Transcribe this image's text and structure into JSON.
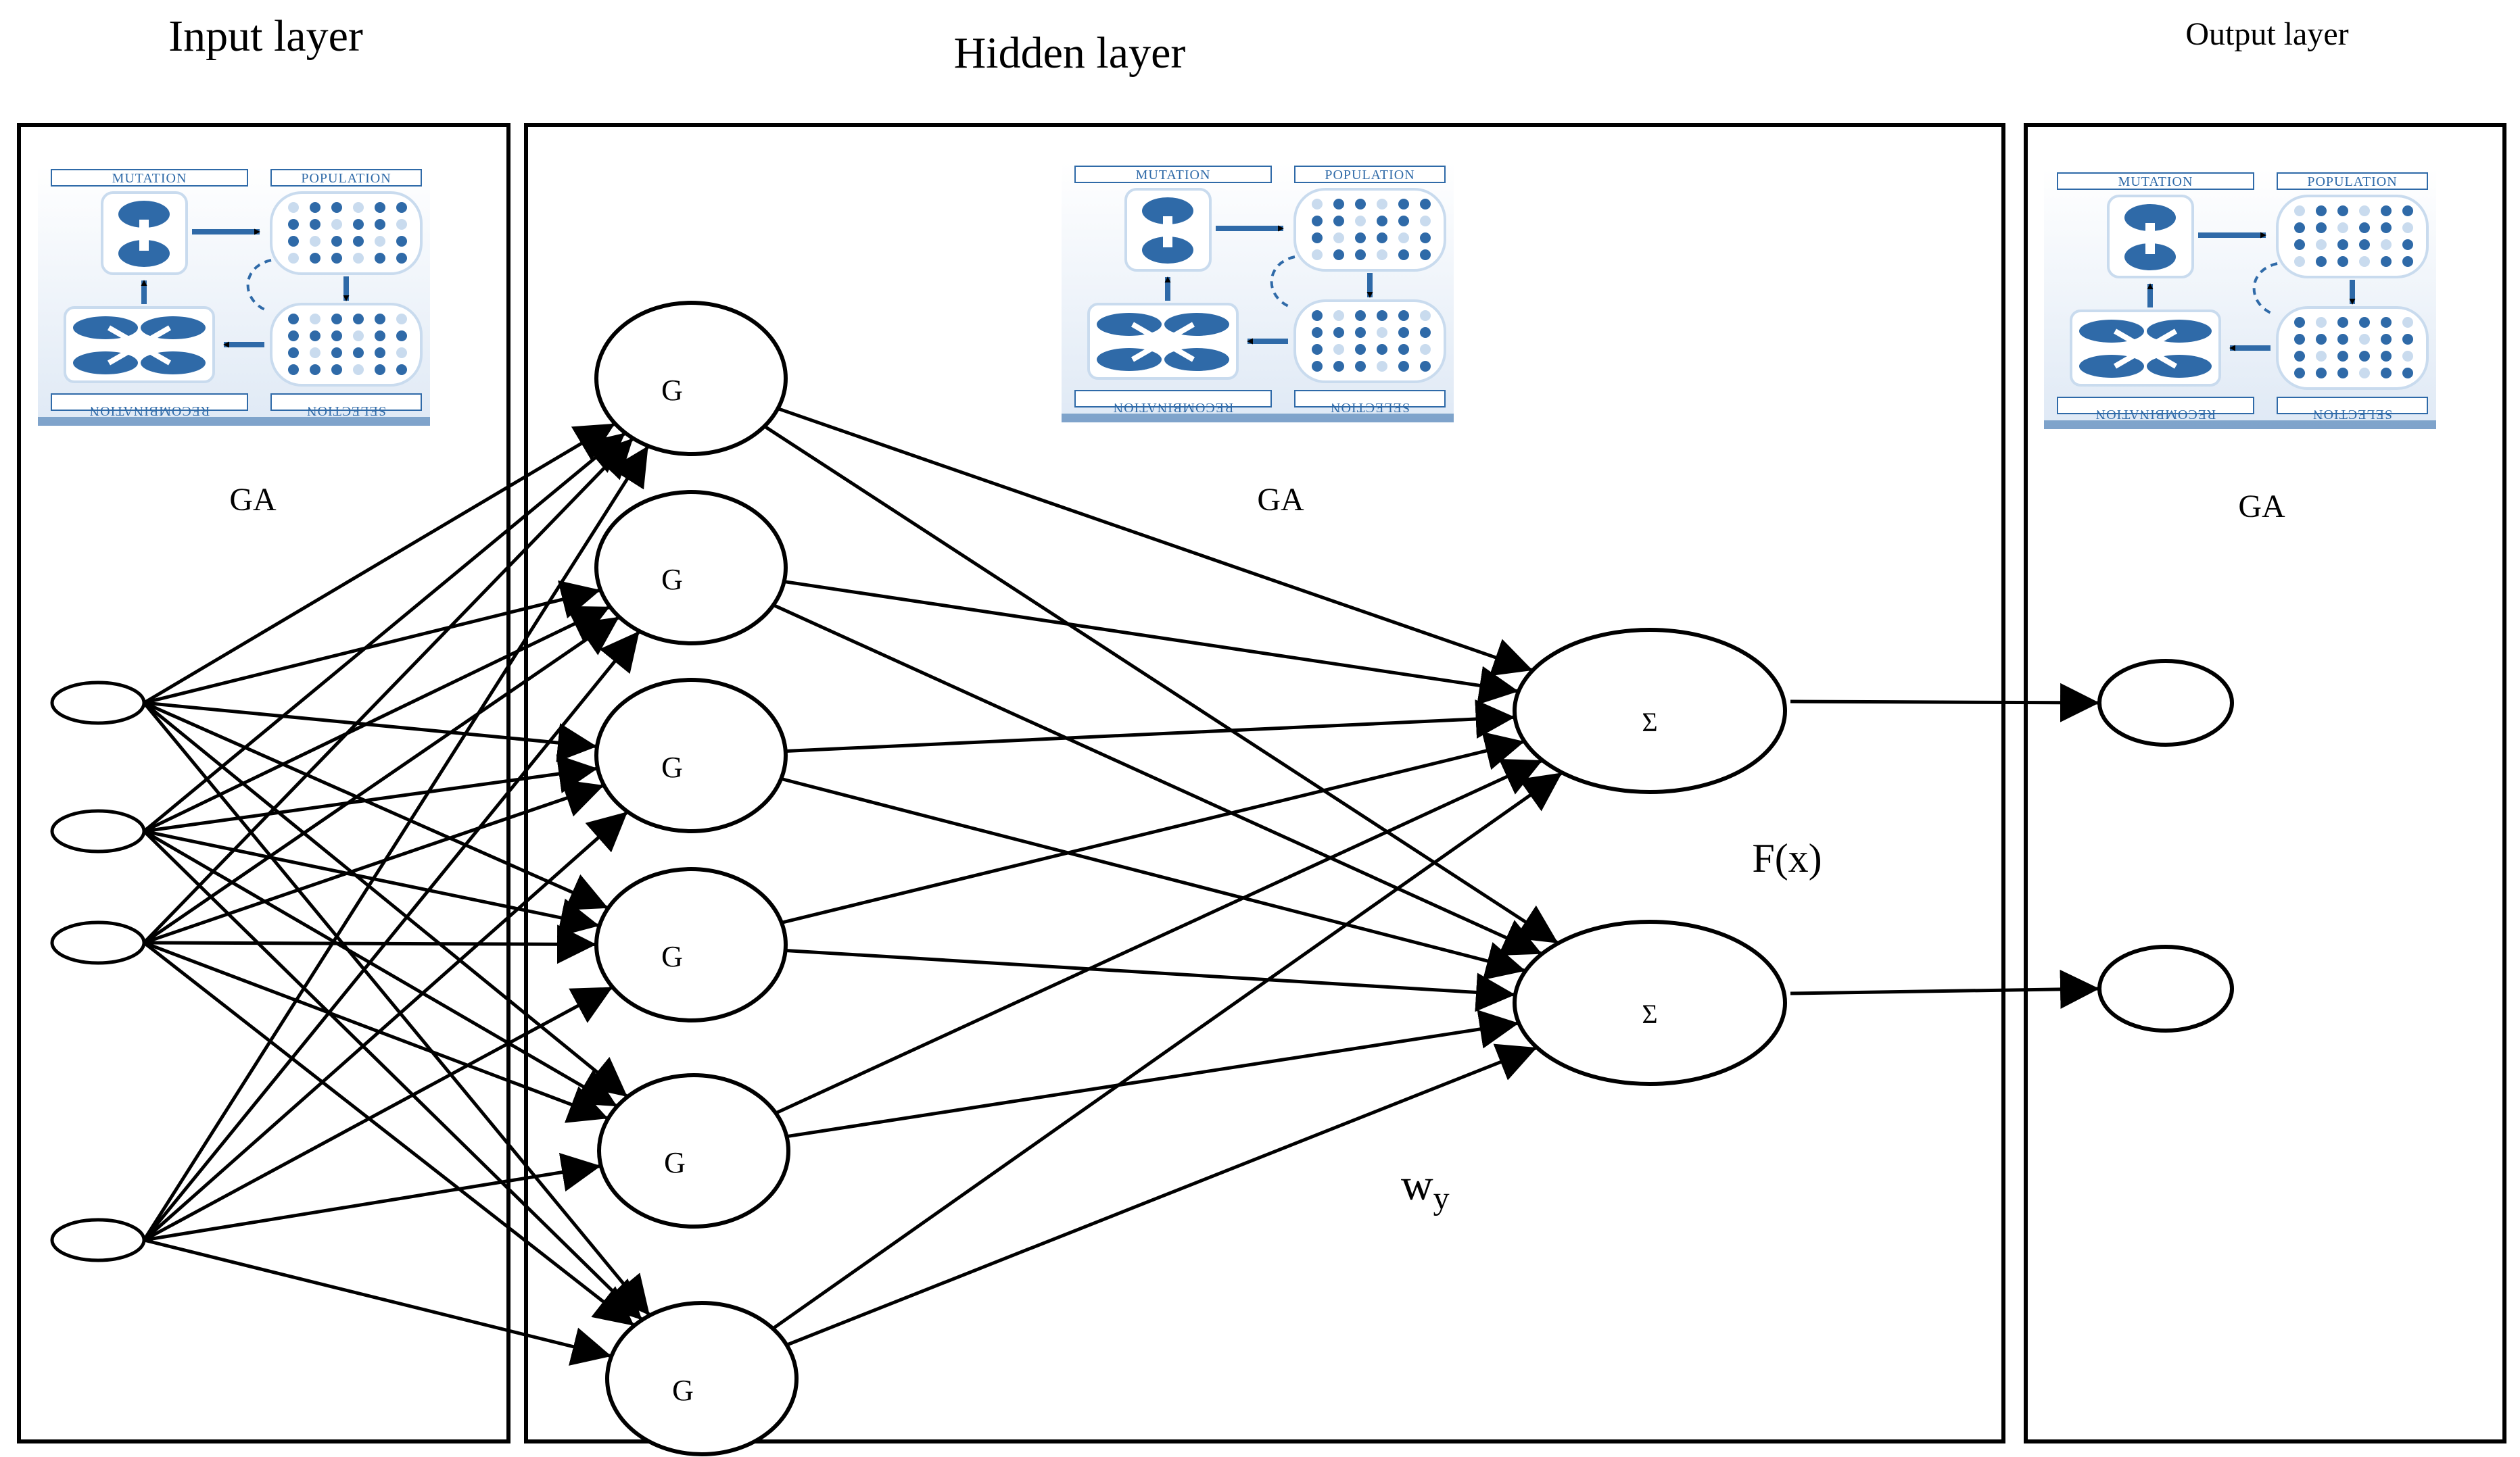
{
  "layers": {
    "input_label": "Input layer",
    "hidden_label": "Hidden layer",
    "output_label": "Output layer"
  },
  "ga_module": {
    "label": "GA",
    "cycle": {
      "mutation": "MUTATION",
      "population": "POPULATION",
      "selection": "SELECTION",
      "recombination": "RECOMBINATION"
    }
  },
  "nodes": {
    "input_count": 4,
    "hidden_label": "G",
    "hidden_count": 6,
    "sum_symbol": "Σ",
    "sum_count": 2,
    "output_count": 2
  },
  "annotations": {
    "function": "F(x)",
    "weight": "w",
    "weight_subscript": "y"
  },
  "colors": {
    "line": "#000000",
    "ga_blue": "#2f6aa8",
    "ga_light": "#c9dbee"
  }
}
